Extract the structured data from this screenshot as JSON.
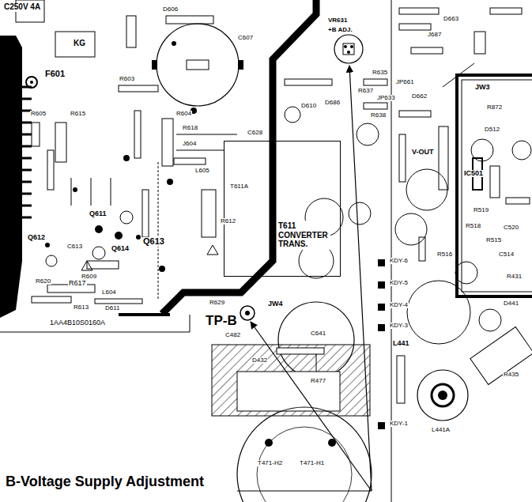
{
  "diagram": {
    "nodes": [
      {
        "text": [
          "T611 CONVERTER TRANS."
        ]
      }
    ],
    "labels": [
      "C250V 4A",
      "KG",
      "F601",
      "R603",
      "R605",
      "R615",
      "R604",
      "C607",
      "D606",
      "R618",
      "J604",
      "L605",
      "Q611",
      "Q612",
      "C613",
      "R609",
      "Q614",
      "Q613",
      "R617",
      "R620",
      "L604",
      "R613",
      "D611",
      "1AA4B10S0160A",
      "R612",
      "R629",
      "TP-B",
      "C482",
      "JW4",
      "D432",
      "R477",
      "T471-H2",
      "T471-H1",
      "VR631",
      "+B ADJ.",
      "R635",
      "R637",
      "D686",
      "R638",
      "D610",
      "C628",
      "T611A",
      "JP661",
      "JP633",
      "D662",
      "J687",
      "D663",
      "JW3",
      "R872",
      "D512",
      "V-OUT",
      "IC501",
      "R519",
      "R518",
      "C520",
      "R515",
      "R516",
      "C514",
      "R431",
      "D441",
      "KDY-6",
      "KDY-5",
      "KDY-4",
      "KDY-3",
      "C641",
      "L441",
      "L441A",
      "KDY-1",
      "R435",
      "B-Voltage Supply Adjustment"
    ]
  }
}
